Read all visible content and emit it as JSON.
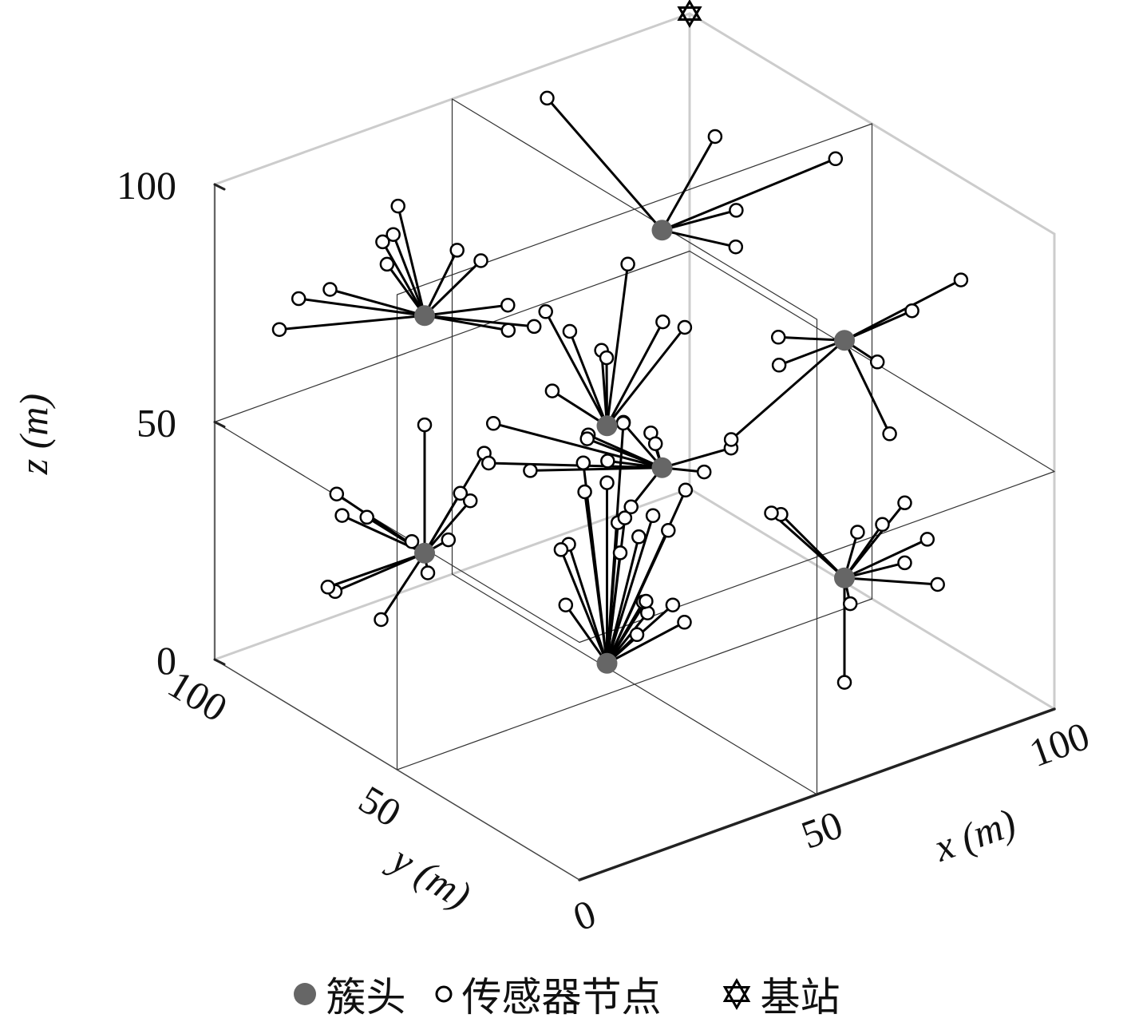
{
  "chart_data": {
    "type": "scatter",
    "projection": "3d-isometric",
    "title": "",
    "xlabel": "x (m)",
    "ylabel": "y (m)",
    "zlabel": "z (m)",
    "xlim": [
      0,
      100
    ],
    "ylim": [
      0,
      100
    ],
    "zlim": [
      0,
      100
    ],
    "xticks": [
      {
        "value": 0,
        "label": "0"
      },
      {
        "value": 50,
        "label": "50"
      },
      {
        "value": 100,
        "label": "100"
      }
    ],
    "yticks": [
      {
        "value": 50,
        "label": "50"
      },
      {
        "value": 100,
        "label": "100"
      }
    ],
    "zticks": [
      {
        "value": 0,
        "label": "0"
      },
      {
        "value": 50,
        "label": "50"
      },
      {
        "value": 100,
        "label": "100"
      }
    ],
    "grid_planes": [
      50
    ],
    "legend": {
      "placement": "bottom",
      "entries": [
        {
          "key": "cluster_head",
          "label": "簇头"
        },
        {
          "key": "sensor_node",
          "label": "传感器节点"
        },
        {
          "key": "base_station",
          "label": "基站"
        }
      ]
    },
    "colors": {
      "cluster_head": "#666666",
      "sensor_node": "#000000",
      "base_station": "#000000",
      "link": "#000000",
      "box": "#cccccc"
    },
    "base_station": {
      "x": 100,
      "y": 100,
      "z": 100
    },
    "clusters": [
      {
        "head": {
          "x": 25,
          "y": 25,
          "z": 25
        },
        "members": [
          [
            25,
            25,
            63
          ],
          [
            20,
            25,
            69
          ],
          [
            25,
            22,
            56
          ],
          [
            30,
            27,
            73
          ],
          [
            27,
            24,
            48
          ],
          [
            40,
            23,
            57
          ],
          [
            28,
            24,
            55
          ],
          [
            32,
            23,
            34
          ],
          [
            20,
            29,
            50
          ],
          [
            27,
            15,
            60
          ],
          [
            34,
            28,
            47
          ],
          [
            31,
            16,
            55
          ],
          [
            29,
            22,
            31
          ],
          [
            23,
            35,
            45
          ],
          [
            38,
            32,
            30
          ],
          [
            18,
            22,
            65
          ],
          [
            24,
            35,
            33
          ],
          [
            24,
            13,
            44
          ],
          [
            35,
            20,
            36
          ],
          [
            39,
            22,
            30
          ]
        ]
      },
      {
        "head": {
          "x": 25,
          "y": 75,
          "z": 25
        },
        "members": [
          [
            19,
            83,
            31
          ],
          [
            10,
            80,
            20
          ],
          [
            25,
            75,
            52
          ],
          [
            18,
            90,
            33
          ],
          [
            30,
            69,
            37
          ],
          [
            18,
            65,
            28
          ],
          [
            13,
            82,
            34
          ],
          [
            10,
            82,
            20
          ],
          [
            36,
            73,
            43
          ],
          [
            30,
            85,
            21
          ],
          [
            12,
            70,
            18
          ],
          [
            21,
            60,
            46
          ],
          [
            30,
            75,
            26
          ]
        ]
      },
      {
        "head": {
          "x": 75,
          "y": 25,
          "z": 25
        },
        "members": [
          [
            67,
            32,
            38
          ],
          [
            90,
            28,
            34
          ],
          [
            80,
            15,
            31
          ],
          [
            84,
            14,
            35
          ],
          [
            67,
            11,
            44
          ],
          [
            90,
            19,
            21
          ],
          [
            65,
            32,
            39
          ],
          [
            73,
            12,
            43
          ],
          [
            75,
            25,
            3
          ],
          [
            67,
            13,
            28
          ]
        ]
      },
      {
        "head": {
          "x": 75,
          "y": 75,
          "z": 25
        },
        "members": [
          [
            78,
            82,
            28
          ],
          [
            58,
            89,
            24
          ],
          [
            62,
            73,
            32
          ],
          [
            51,
            90,
            36
          ],
          [
            63,
            70,
            41
          ],
          [
            61,
            77,
            36
          ],
          [
            90,
            83,
            15
          ],
          [
            80,
            90,
            8
          ],
          [
            69,
            69,
            35
          ],
          [
            78,
            60,
            35
          ],
          [
            60,
            76,
            36
          ],
          [
            50,
            90,
            28
          ]
        ]
      },
      {
        "head": {
          "x": 25,
          "y": 25,
          "z": 75
        },
        "members": [
          [
            34,
            31,
            103
          ],
          [
            20,
            20,
            95
          ],
          [
            19,
            34,
            97
          ],
          [
            26,
            11,
            103
          ],
          [
            36,
            18,
            95
          ],
          [
            21,
            30,
            94
          ],
          [
            15,
            27,
            85
          ],
          [
            18,
            16,
            96
          ]
        ]
      },
      {
        "head": {
          "x": 25,
          "y": 75,
          "z": 75
        },
        "members": [
          [
            31,
            60,
            82
          ],
          [
            10,
            90,
            77
          ],
          [
            23,
            81,
            90
          ],
          [
            28,
            70,
            90
          ],
          [
            33,
            70,
            86
          ],
          [
            20,
            80,
            90
          ],
          [
            34,
            94,
            86
          ],
          [
            24,
            84,
            82
          ],
          [
            35,
            58,
            77
          ],
          [
            9,
            94,
            69
          ],
          [
            12,
            84,
            81
          ],
          [
            38,
            69,
            70
          ]
        ]
      },
      {
        "head": {
          "x": 75,
          "y": 75,
          "z": 75
        },
        "members": [
          [
            90,
            80,
            87
          ],
          [
            100,
            60,
            88
          ],
          [
            70,
            100,
            93
          ],
          [
            79,
            60,
            77
          ],
          [
            86,
            69,
            78
          ]
        ]
      },
      {
        "head": {
          "x": 75,
          "y": 25,
          "z": 75
        },
        "members": [
          [
            80,
            13,
            85
          ],
          [
            88,
            10,
            90
          ],
          [
            62,
            26,
            74
          ],
          [
            55,
            30,
            59
          ],
          [
            85,
            29,
            65
          ],
          [
            73,
            10,
            63
          ],
          [
            68,
            34,
            74
          ]
        ]
      }
    ]
  }
}
